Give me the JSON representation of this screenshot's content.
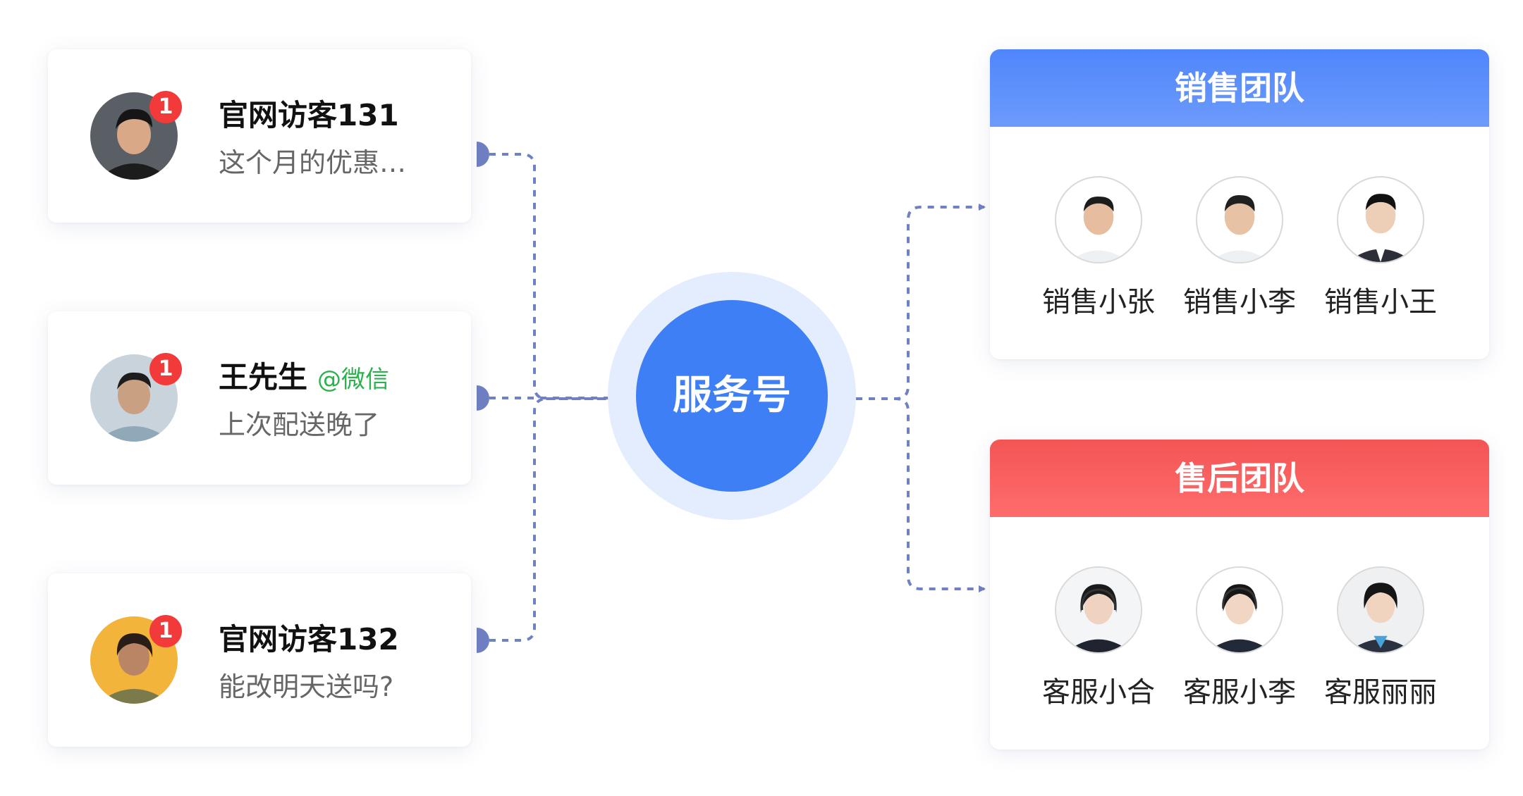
{
  "customers": [
    {
      "name": "官网访客131",
      "tag": "",
      "message": "这个月的优惠…",
      "badge": "1"
    },
    {
      "name": "王先生",
      "tag": "@微信",
      "message": "上次配送晚了",
      "badge": "1"
    },
    {
      "name": "官网访客132",
      "tag": "",
      "message": "能改明天送吗?",
      "badge": "1"
    }
  ],
  "hub": {
    "label": "服务号"
  },
  "teams": [
    {
      "title": "销售团队",
      "members": [
        "销售小张",
        "销售小李",
        "销售小王"
      ]
    },
    {
      "title": "售后团队",
      "members": [
        "客服小合",
        "客服小李",
        "客服丽丽"
      ]
    }
  ],
  "colors": {
    "hub": "#3f7ff6",
    "hub_ring": "#e4edfd",
    "sales_header_top": "#4f86fb",
    "sales_header_bottom": "#6d9bfb",
    "aftersales_header_top": "#f35555",
    "aftersales_header_bottom": "#ff6c6c",
    "badge": "#f23a3a",
    "wechat_tag": "#2bb24c",
    "connector": "#6f80c3"
  }
}
